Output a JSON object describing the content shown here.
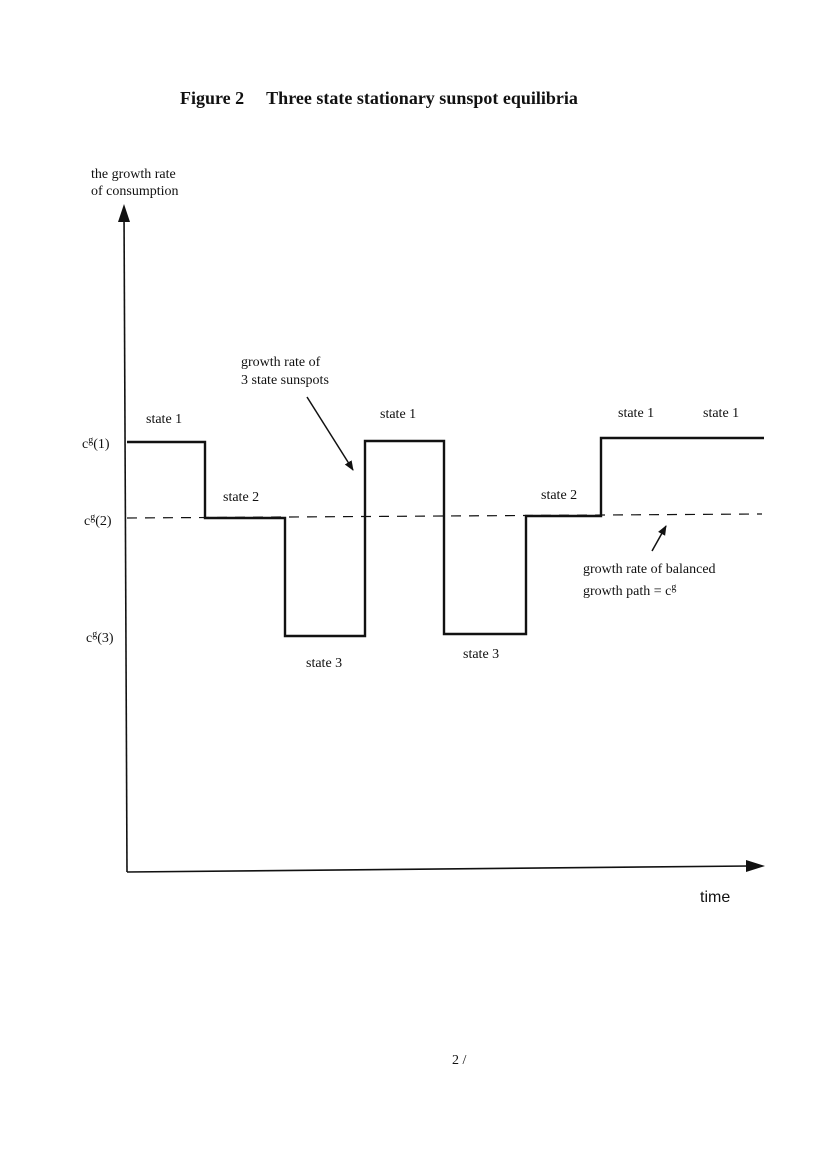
{
  "title": {
    "figure": "Figure 2",
    "text": "Three state stationary sunspot equilibria"
  },
  "axes": {
    "y_label_line1": "the growth rate",
    "y_label_line2": "of consumption",
    "x_label": "time"
  },
  "levels": [
    {
      "base": "c",
      "sup": "g",
      "suffix": "(1)"
    },
    {
      "base": "c",
      "sup": "g",
      "suffix": "(2)"
    },
    {
      "base": "c",
      "sup": "g",
      "suffix": "(3)"
    }
  ],
  "state_labels": [
    "state 1",
    "state 2",
    "state 3",
    "state 1",
    "state 3",
    "state 2",
    "state 1",
    "state 1"
  ],
  "annotations": {
    "sunspot_line1": "growth rate of",
    "sunspot_line2": "3 state sunspots",
    "balanced_line1": "growth rate  of balanced",
    "balanced_line2_prefix": "growth path = ",
    "balanced_base": "c",
    "balanced_sup": "g"
  },
  "page_number": "2 /",
  "colors": {
    "ink": "#111111",
    "background": "#ffffff"
  }
}
